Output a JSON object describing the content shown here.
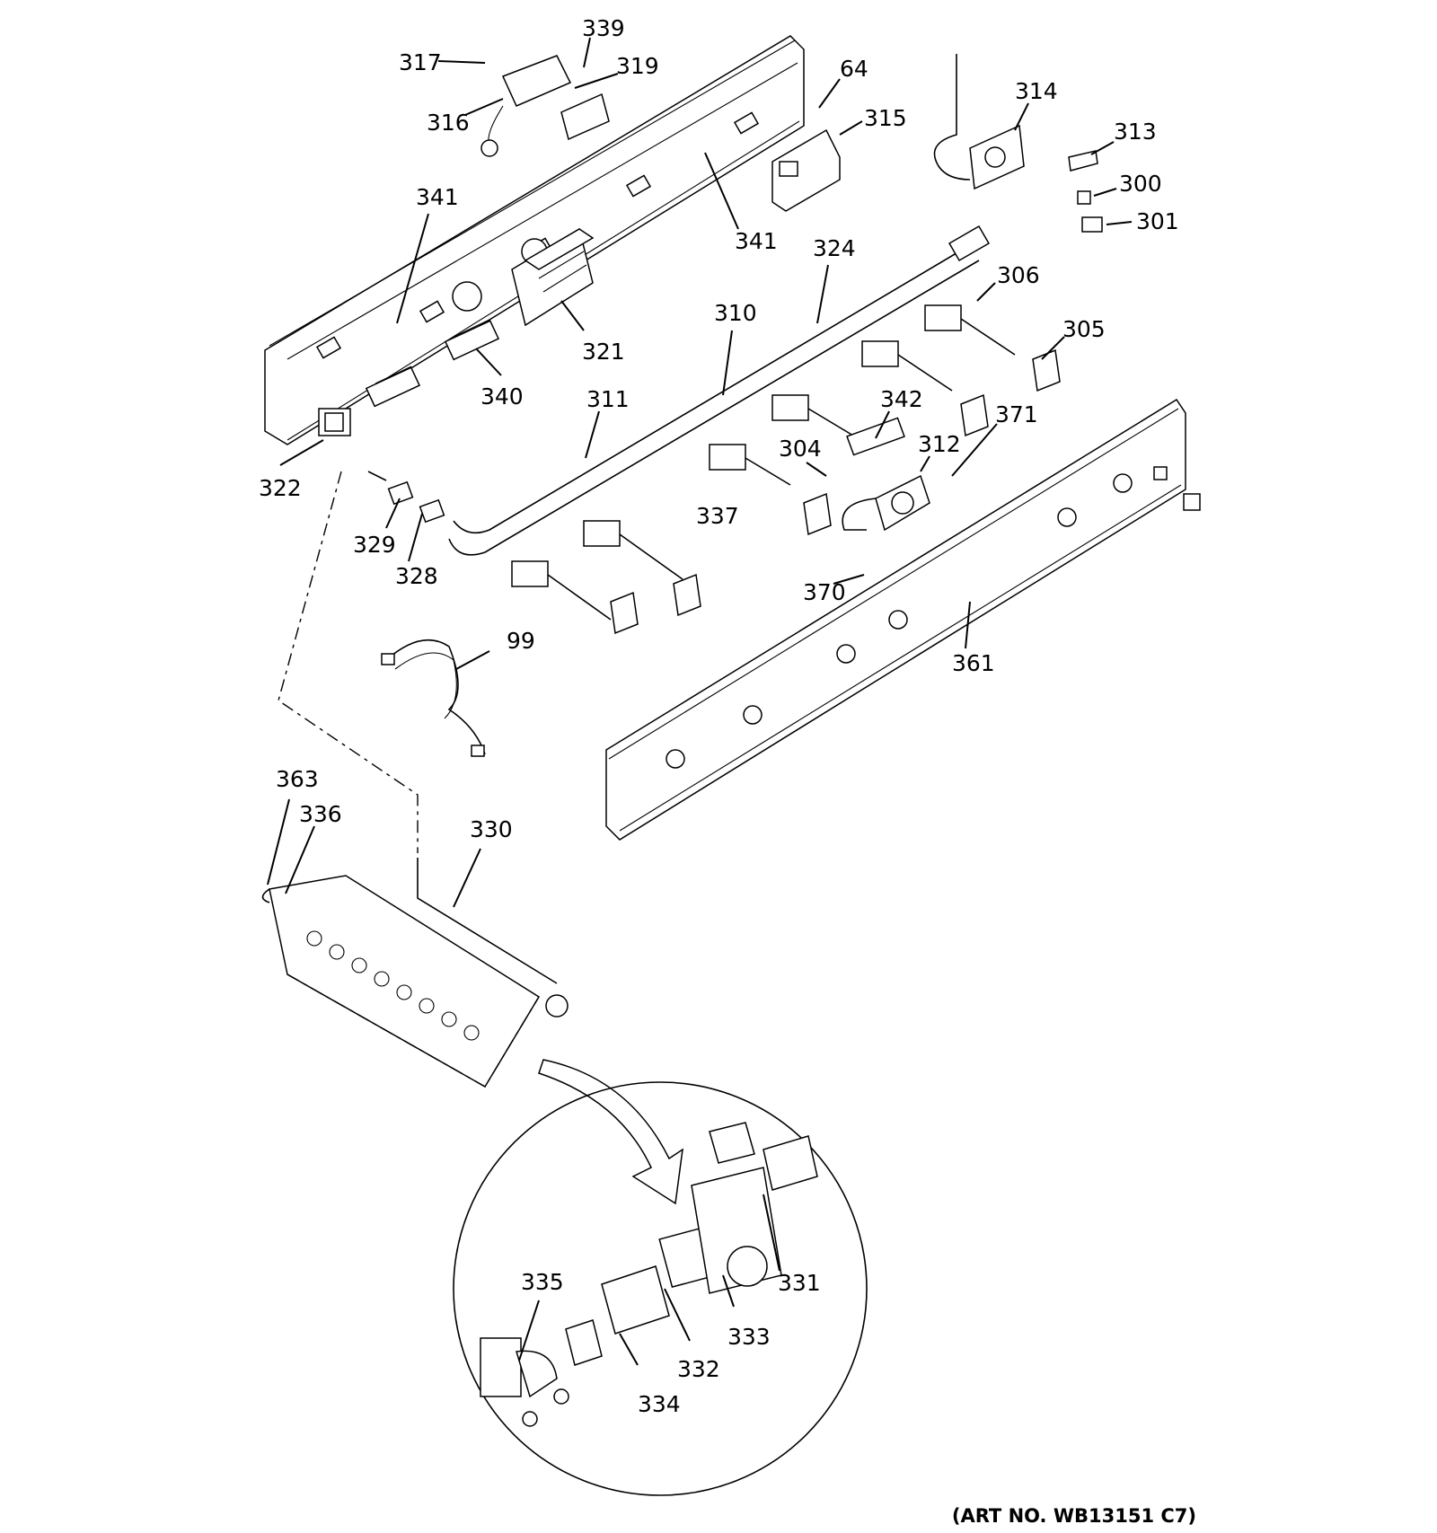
{
  "callouts": {
    "c339": "339",
    "c317": "317",
    "c319": "319",
    "c316": "316",
    "c64": "64",
    "c315": "315",
    "c314": "314",
    "c313": "313",
    "c300": "300",
    "c301": "301",
    "c341a": "341",
    "c341b": "341",
    "c324": "324",
    "c306": "306",
    "c321": "321",
    "c310": "310",
    "c305": "305",
    "c340": "340",
    "c311": "311",
    "c342": "342",
    "c371": "371",
    "c312": "312",
    "c304": "304",
    "c322": "322",
    "c337": "337",
    "c329": "329",
    "c328": "328",
    "c370": "370",
    "c99": "99",
    "c361": "361",
    "c363": "363",
    "c336": "336",
    "c330": "330",
    "c335": "335",
    "c331": "331",
    "c333": "333",
    "c332": "332",
    "c334": "334"
  },
  "art_number": "(ART NO. WB13151 C7)"
}
